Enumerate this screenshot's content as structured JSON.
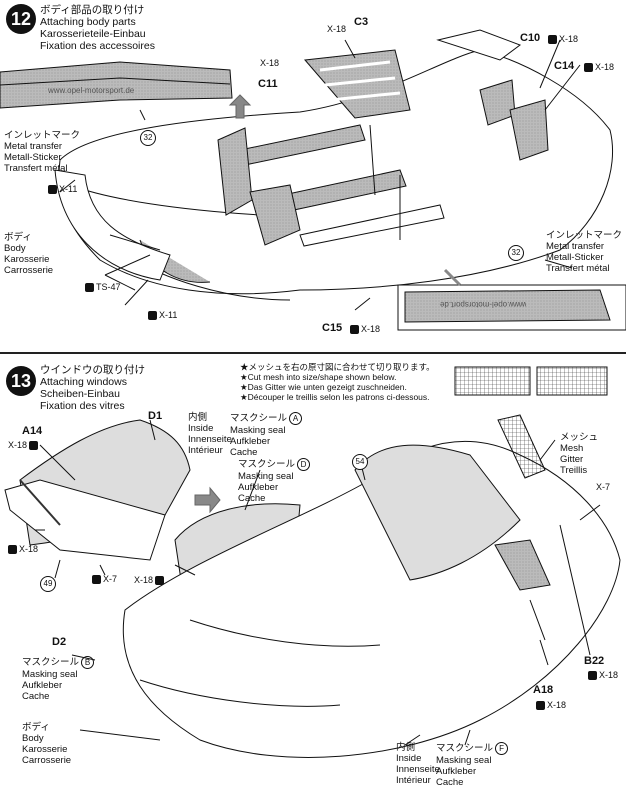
{
  "step12": {
    "number": "12",
    "title_jp": "ボディ部品の取り付け",
    "title_en": "Attaching body parts",
    "title_de": "Karosserieteile-Einbau",
    "title_fr": "Fixation des accessoires",
    "inlet_mark_left": {
      "jp": "インレットマーク",
      "en": "Metal transfer",
      "de": "Metall-Sticker",
      "fr": "Transfert métal"
    },
    "inlet_mark_right": {
      "jp": "インレットマーク",
      "en": "Metal transfer",
      "de": "Metall-Sticker",
      "fr": "Transfert métal"
    },
    "body": {
      "jp": "ボディ",
      "en": "Body",
      "de": "Karosserie",
      "fr": "Carrosserie"
    },
    "parts": {
      "c3": "C3",
      "c10": "C10",
      "c11": "C11",
      "c14": "C14",
      "c15": "C15"
    },
    "codes": {
      "x18": "X-18",
      "x11": "X-11",
      "ts47": "TS-47"
    },
    "circle_32": "32",
    "watermark": "www.opel-motorsport.de",
    "watermark_flipped": "www.opel-motorsport.de"
  },
  "step13": {
    "number": "13",
    "title_jp": "ウインドウの取り付け",
    "title_en": "Attaching windows",
    "title_de": "Scheiben-Einbau",
    "title_fr": "Fixation des vitres",
    "note_jp": "★メッシュを右の原寸図に合わせて切り取ります。",
    "note_en": "★Cut mesh into size/shape shown below.",
    "note_de": "★Das Gitter wie unten gezeigt zuschneiden.",
    "note_fr": "★Découper le treillis selon les patrons ci-dessous.",
    "inside": {
      "jp": "内側",
      "en": "Inside",
      "de": "Innenseite",
      "fr": "Intérieur"
    },
    "inside2": {
      "jp": "内側",
      "en": "Inside",
      "de": "Innenseite",
      "fr": "Intérieur"
    },
    "mask_a": {
      "jp": "マスクシール",
      "letter": "A",
      "en": "Masking seal",
      "de": "Aufkleber",
      "fr": "Cache"
    },
    "mask_d": {
      "jp": "マスクシール",
      "letter": "D",
      "en": "Masking seal",
      "de": "Aufkleber",
      "fr": "Cache"
    },
    "mask_b": {
      "jp": "マスクシール",
      "letter": "B",
      "en": "Masking seal",
      "de": "Aufkleber",
      "fr": "Cache"
    },
    "mask_f": {
      "jp": "マスクシール",
      "letter": "F",
      "en": "Masking seal",
      "de": "Aufkleber",
      "fr": "Cache"
    },
    "mesh": {
      "jp": "メッシュ",
      "en": "Mesh",
      "de": "Gitter",
      "fr": "Treillis"
    },
    "body": {
      "jp": "ボディ",
      "en": "Body",
      "de": "Karosserie",
      "fr": "Carrosserie"
    },
    "parts": {
      "a14": "A14",
      "a18": "A18",
      "b22": "B22",
      "d1": "D1",
      "d2": "D2"
    },
    "codes": {
      "x18": "X-18",
      "x7": "X-7"
    },
    "circle_49": "49",
    "circle_54": "54"
  }
}
